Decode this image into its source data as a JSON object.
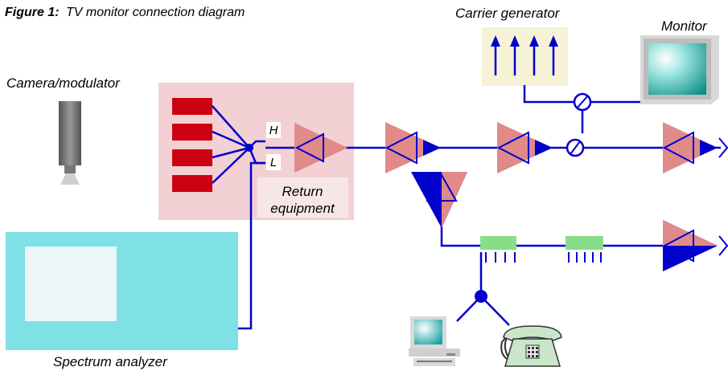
{
  "figure": {
    "prefix": "Figure 1:",
    "title": "TV monitor connection diagram"
  },
  "labels": {
    "carrier_generator": "Carrier generator",
    "monitor": "Monitor",
    "camera_modulator": "Camera/modulator",
    "high_port": "H",
    "low_port": "L",
    "return_equipment_line1": "Return",
    "return_equipment_line2": "equipment",
    "spectrum_analyzer": "Spectrum analyzer"
  },
  "icons": {
    "carrier_arrow": "up-arrow-icon",
    "computer": "computer-icon",
    "telephone": "telephone-icon",
    "amplifier": "amplifier-triangle-icon",
    "coupler": "coupler-circle-icon",
    "tap": "tap-icon"
  },
  "colors": {
    "line": "#0000cc",
    "headend_box": "#f2d0d3",
    "modulator_block": "#cc0011",
    "amplifier_pink": "#e08a8a",
    "amplifier_blue": "#0000cc",
    "carrier_box": "#f5f2d6",
    "spectrum_analyzer": "#7fe0e6",
    "tap_green": "#88dd88",
    "monitor_frame": "#d8d8d8"
  }
}
